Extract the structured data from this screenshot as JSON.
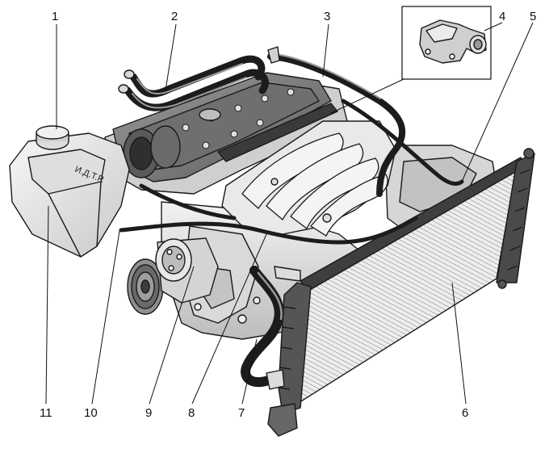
{
  "diagram": {
    "callouts": [
      {
        "id": "1",
        "label": "1"
      },
      {
        "id": "2",
        "label": "2"
      },
      {
        "id": "3",
        "label": "3"
      },
      {
        "id": "4",
        "label": "4"
      },
      {
        "id": "5",
        "label": "5"
      },
      {
        "id": "6",
        "label": "6"
      },
      {
        "id": "7",
        "label": "7"
      },
      {
        "id": "8",
        "label": "8"
      },
      {
        "id": "9",
        "label": "9"
      },
      {
        "id": "10",
        "label": "10"
      },
      {
        "id": "11",
        "label": "11"
      }
    ],
    "tank_marking": "И.Д.Т.Р.",
    "colors": {
      "line": "#1a1a1a",
      "metal_light": "#e6e6e6",
      "metal_mid": "#cfcfcf",
      "metal_dark": "#8e8e8e",
      "hose": "#1c1c1c",
      "background": "#ffffff"
    }
  }
}
